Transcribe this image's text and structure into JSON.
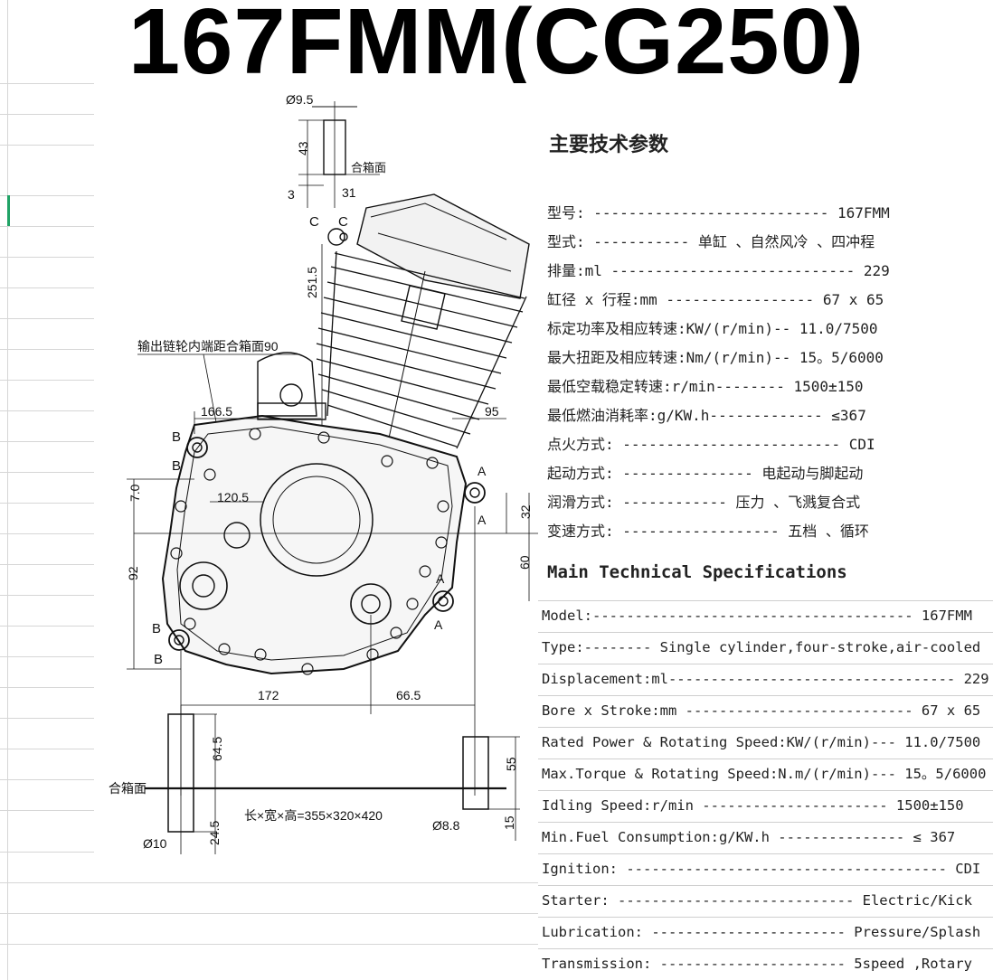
{
  "title": "167FMM(CG250)",
  "drawing": {
    "dims": {
      "d95_top": "Ø9.5",
      "d43": "43",
      "d3": "3",
      "d31": "31",
      "heboxmian_top": "合箱面",
      "c_left": "C",
      "c_right": "C",
      "d251": "251.5",
      "chain_note": "输出链轮内端距合箱面90",
      "d166": "166.5",
      "d95": "95",
      "b1": "B",
      "b2": "B",
      "b3": "B",
      "b4": "B",
      "a1": "A",
      "a2": "A",
      "a3": "A",
      "a4": "A",
      "d70": "7.0",
      "d1205": "120.5",
      "d92": "92",
      "d32": "32",
      "d60": "60",
      "d172": "172",
      "d665": "66.5",
      "d645": "64.5",
      "d55": "55",
      "heboxmian_bottom": "合箱面",
      "overall": "长×宽×高=355×320×420",
      "d88": "Ø8.8",
      "d15": "15",
      "d10": "Ø10",
      "d245": "24.5"
    }
  },
  "specs_cn": {
    "heading": "主要技术参数",
    "rows": [
      "型号: --------------------------- 167FMM",
      "型式: ----------- 单缸 、自然风冷 、四冲程",
      "排量:ml ---------------------------- 229",
      "缸径 x 行程:mm ----------------- 67 x 65",
      "标定功率及相应转速:KW/(r/min)-- 11.0/7500",
      "最大扭距及相应转速:Nm/(r/min)-- 15。5/6000",
      "最低空载稳定转速:r/min-------- 1500±150",
      "最低燃油消耗率:g/KW.h------------- ≤367",
      "点火方式: -------------------------  CDI",
      "起动方式: --------------- 电起动与脚起动",
      "润滑方式: ------------ 压力 、飞溅复合式",
      "变速方式: ------------------ 五档 、循环"
    ]
  },
  "specs_en": {
    "heading": "Main Technical Specifications",
    "rows": [
      "Model:--------------------------------------  167FMM",
      "Type:-------- Single cylinder,four-stroke,air-cooled",
      "Displacement:ml---------------------------------- 229",
      "Bore x Stroke:mm --------------------------- 67 x 65",
      "Rated Power & Rotating Speed:KW/(r/min)--- 11.0/7500",
      "Max.Torque & Rotating Speed:N.m/(r/min)--- 15。5/6000",
      "Idling Speed:r/min ---------------------- 1500±150",
      "Min.Fuel Consumption:g/KW.h --------------- ≤ 367",
      "Ignition: -------------------------------------- CDI",
      "Starter: ---------------------------- Electric/Kick",
      "Lubrication: ----------------------- Pressure/Splash",
      "Transmission: ---------------------- 5speed ,Rotary"
    ]
  }
}
